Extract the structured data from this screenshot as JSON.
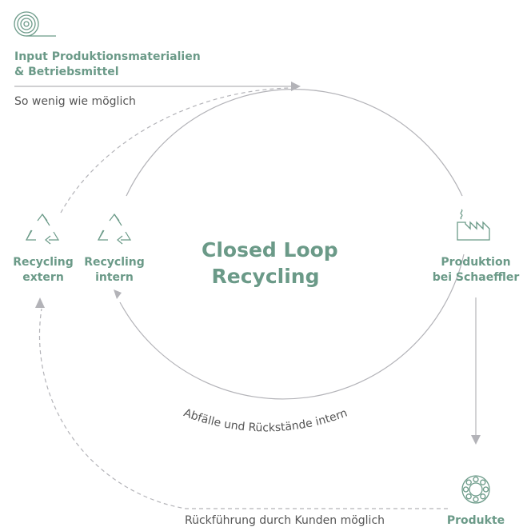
{
  "title": {
    "line1": "Closed Loop",
    "line2": "Recycling"
  },
  "input": {
    "line1": "Input Produktionsmaterialien",
    "line2": "& Betriebsmittel",
    "note": "So wenig wie möglich",
    "icon": "roll-icon"
  },
  "production": {
    "line1": "Produktion",
    "line2": "bei Schaeffler",
    "icon": "factory-icon"
  },
  "recycling_intern": {
    "line1": "Recycling",
    "line2": "intern",
    "icon": "recycle-icon"
  },
  "recycling_extern": {
    "line1": "Recycling",
    "line2": "extern",
    "icon": "recycle-icon"
  },
  "products": {
    "label": "Produkte",
    "icon": "bearing-icon"
  },
  "arc_label": "Abfälle und Rückstände intern",
  "return_note": "Rückführung durch Kunden möglich",
  "colors": {
    "accent": "#6b9a88",
    "line": "#b3b3b8",
    "text": "#555555"
  }
}
